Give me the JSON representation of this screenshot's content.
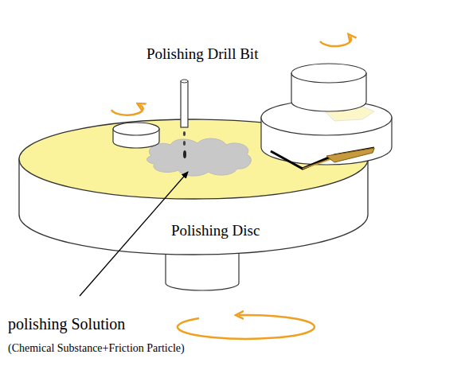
{
  "diagram": {
    "labels": [
      "Polishing Drill Bit",
      "Polishing Disc",
      "polishing Solution",
      "(Chemical Substance+Friction Particle)"
    ]
  }
}
